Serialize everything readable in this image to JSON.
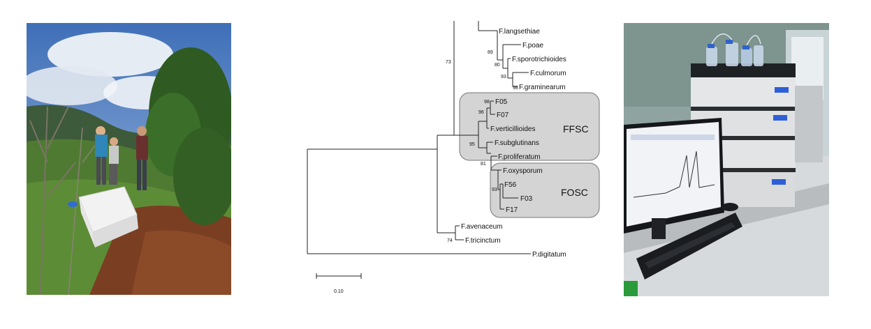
{
  "tree": {
    "taxa": [
      {
        "name": "F.langsethiae"
      },
      {
        "name": "F.poae"
      },
      {
        "name": "F.sporotrichioides"
      },
      {
        "name": "F.culmorum"
      },
      {
        "name": "F.graminearum"
      },
      {
        "name": "F05"
      },
      {
        "name": "F07"
      },
      {
        "name": "F.verticillioides"
      },
      {
        "name": "F.subglutinans"
      },
      {
        "name": "F.proliferatum"
      },
      {
        "name": "F.oxysporum"
      },
      {
        "name": "F56"
      },
      {
        "name": "F03"
      },
      {
        "name": "F17"
      },
      {
        "name": "F.avenaceum"
      },
      {
        "name": "F.tricinctum"
      },
      {
        "name": "P.digitatum"
      }
    ],
    "bootstrap": [
      "73",
      "89",
      "80",
      "93",
      "98",
      "98",
      "96",
      "95",
      "81",
      "93",
      "74"
    ],
    "clades": [
      {
        "label": "FFSC",
        "color": "#d4d4d4"
      },
      {
        "label": "FOSC",
        "color": "#d4d4d4"
      }
    ],
    "scale_bar": "0.10"
  }
}
